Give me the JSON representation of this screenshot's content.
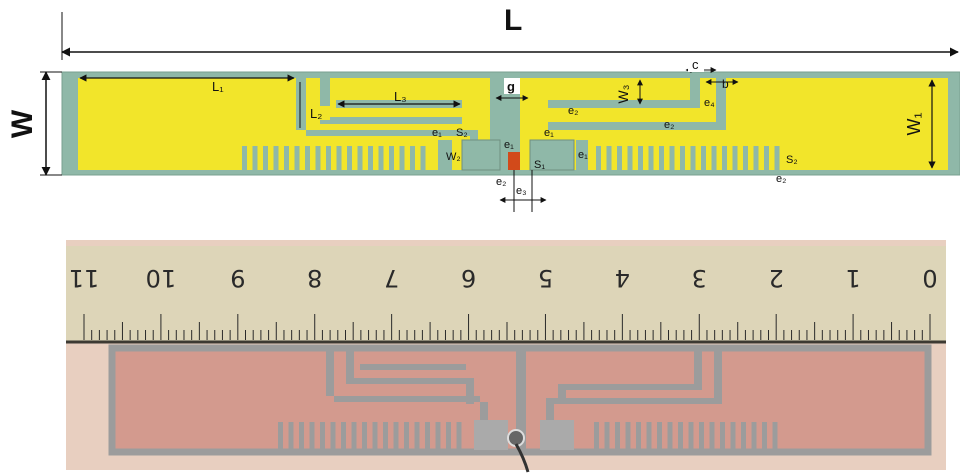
{
  "top_diagram": {
    "labels": {
      "L": "L",
      "W": "W",
      "W1": "W₁",
      "W2": "W₂",
      "W3": "W₃",
      "L1": "L₁",
      "L2": "L₂",
      "L3": "L₃",
      "g": "g",
      "c": "c",
      "b": "b",
      "e1": "e₁",
      "e2": "e₂",
      "e3": "e₃",
      "e4": "e₄",
      "S1": "S₁",
      "S2": "S₂"
    },
    "colors": {
      "patch": "#f2e52a",
      "substrate": "#8fb8a8",
      "feed": "#d24a1a"
    }
  },
  "photo": {
    "ruler_numbers": [
      "11",
      "10",
      "9",
      "8",
      "7",
      "6",
      "5",
      "4",
      "3",
      "2",
      "1",
      "0"
    ],
    "colors": {
      "ruler": "#ddd5b8",
      "board": "#d39a8e",
      "metal": "#9c9c9c"
    }
  }
}
